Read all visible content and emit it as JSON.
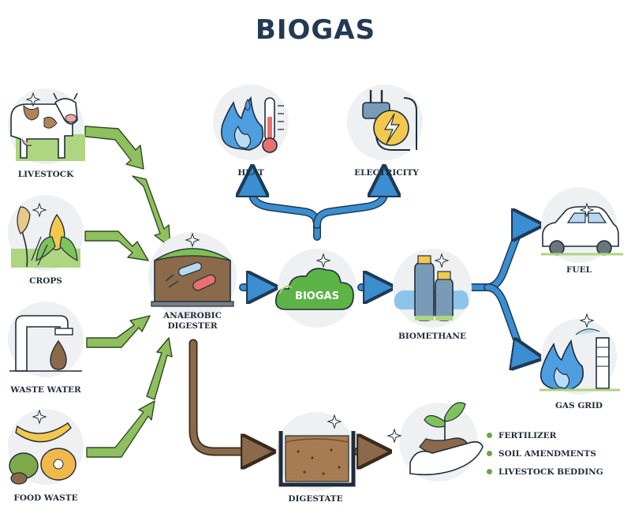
{
  "title": "BIOGAS",
  "sources": [
    "LIVESTOCK",
    "CROPS",
    "WASTE WATER",
    "FOOD WASTE"
  ],
  "digester": {
    "line1": "ANAEROBIC",
    "line2": "DIGESTER"
  },
  "biogas_label": "BIOGAS",
  "outputs": {
    "heat": "HEAT",
    "electricity": "ELECTRICITY",
    "biomethane": "BIOMETHANE",
    "digestate": "DIGESTATE"
  },
  "uses": {
    "fuel": "FUEL",
    "gas_grid": "GAS GRID"
  },
  "digestate_uses": [
    "FERTILIZER",
    "SOIL AMENDMENTS",
    "LIVESTOCK BEDDING"
  ],
  "colors": {
    "green_arrow": "#7fae52",
    "blue_arrow": "#3b8fd1",
    "brown_arrow": "#8a6a4a",
    "title": "#233a52"
  }
}
